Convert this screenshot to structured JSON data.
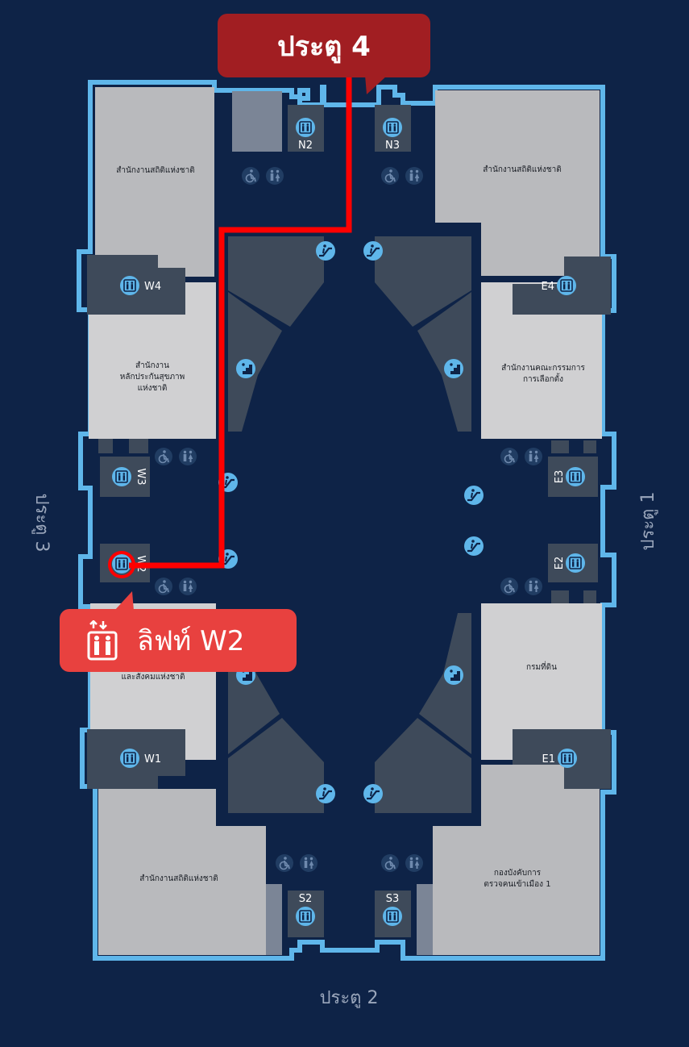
{
  "gates": {
    "north": "ประตู 4",
    "south": "ประตู 2",
    "east": "ประตู 1",
    "west": "ประตู 3"
  },
  "rooms": {
    "nw": "สำนักงานสถิติแห่งชาติ",
    "ne": "สำนักงานสถิติแห่งชาติ",
    "w_upper": [
      "สำนักงาน",
      "หลักประกันสุขภาพ",
      "แห่งชาติ"
    ],
    "e_upper": [
      "สำนักงานคณะกรรมการ",
      "การเลือกตั้ง"
    ],
    "w_lower": "และสังคมแห่งชาติ",
    "e_lower": "กรมที่ดิน",
    "sw": "สำนักงานสถิติแห่งชาติ",
    "se": [
      "กองบังคับการ",
      "ตรวจคนเข้าเมือง 1"
    ]
  },
  "lifts": {
    "n2": "N2",
    "n3": "N3",
    "w4": "W4",
    "e4": "E4",
    "w3": "W3",
    "e3": "E3",
    "w2": "W2",
    "e2": "E2",
    "w1": "W1",
    "e1": "E1",
    "s2": "S2",
    "s3": "S3"
  },
  "callouts": {
    "destination": "ประตู 4",
    "lift": "ลิฟท์ W2"
  },
  "colors": {
    "background": "#0e2347",
    "outline": "#5fb6ea",
    "room": "#b9babd",
    "room_light": "#d0d0d2",
    "core": "#3e4a5a",
    "route": "#ff0000",
    "callout_dark": "#a11e22",
    "callout_lift": "#e8413f",
    "icon": "#5fb6ea"
  },
  "icons": [
    "lift-icon",
    "wheelchair-icon",
    "restroom-icon",
    "escalator-icon",
    "stairs-icon"
  ]
}
